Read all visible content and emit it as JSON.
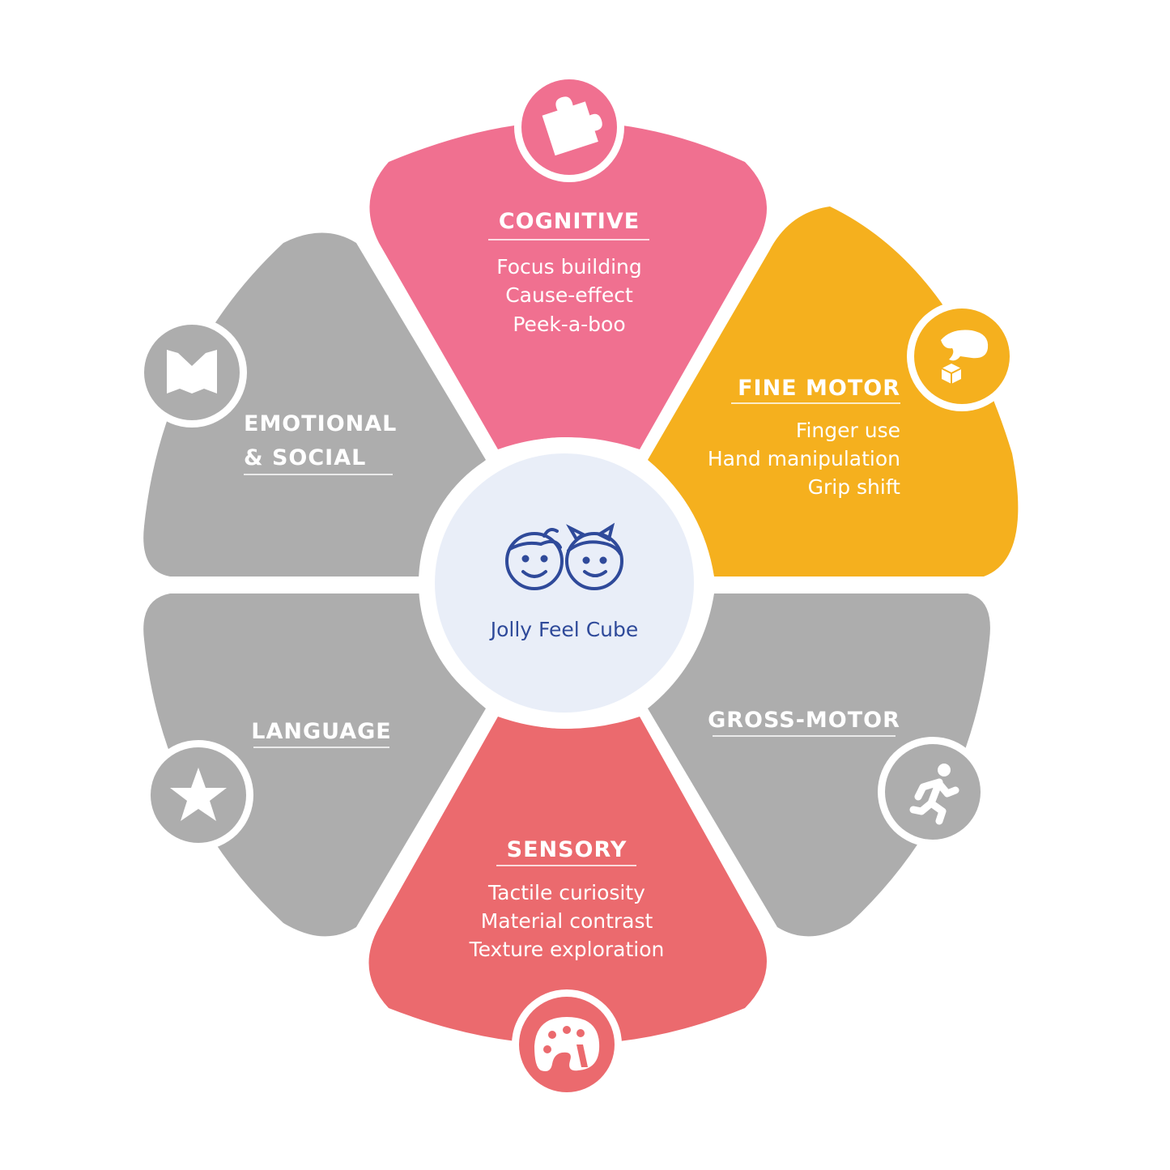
{
  "colors": {
    "cognitive": "#f07090",
    "fine_motor": "#f5b01e",
    "sensory": "#eb6a6e",
    "gray": "#adadad",
    "center_fill": "#e9eef8",
    "center_ink": "#2f4a9a"
  },
  "center": {
    "label": "Jolly Feel Cube",
    "icon": "kids-faces-icon"
  },
  "segments": [
    {
      "key": "cognitive",
      "title": "COGNITIVE",
      "items": [
        "Focus building",
        "Cause-effect",
        "Peek-a-boo"
      ],
      "icon": "puzzle-icon"
    },
    {
      "key": "fine_motor",
      "title": "FINE MOTOR",
      "items": [
        "Finger use",
        "Hand manipulation",
        "Grip shift"
      ],
      "icon": "hand-cube-icon"
    },
    {
      "key": "gross_motor",
      "title": "GROSS-MOTOR",
      "items": [],
      "icon": "running-person-icon"
    },
    {
      "key": "sensory",
      "title": "SENSORY",
      "items": [
        "Tactile curiosity",
        "Material contrast",
        "Texture exploration"
      ],
      "icon": "palette-icon"
    },
    {
      "key": "language",
      "title": "LANGUAGE",
      "items": [],
      "icon": "star-icon"
    },
    {
      "key": "emotional_social",
      "title_lines": [
        "EMOTIONAL",
        "& SOCIAL"
      ],
      "items": [],
      "icon": "book-icon"
    }
  ]
}
